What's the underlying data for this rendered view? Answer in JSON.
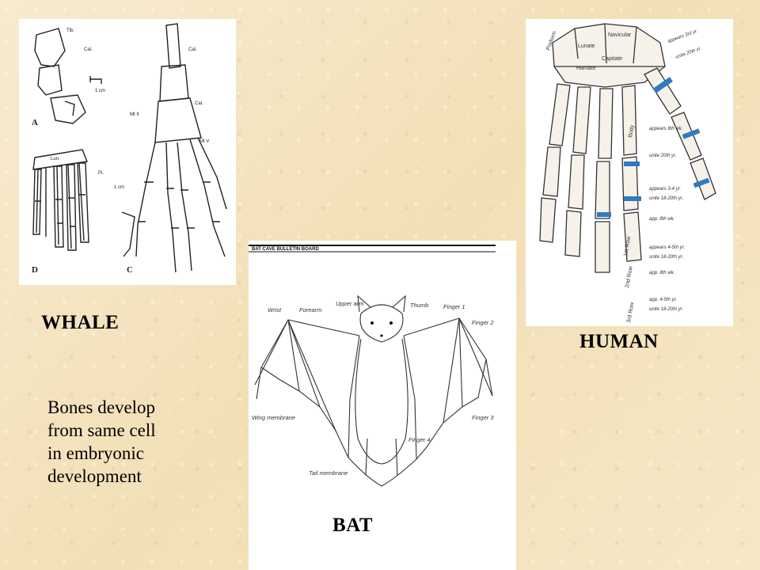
{
  "labels": {
    "whale": "WHALE",
    "human": "HUMAN",
    "bat": "BAT"
  },
  "note": {
    "lines": [
      "Bones develop",
      "from same cell",
      "in embryonic",
      "development"
    ]
  },
  "bat_figure": {
    "header": "BAT CAVE BULLETIN BOARD",
    "parts": {
      "upper_arm": "Upper arm",
      "wrist": "Wrist",
      "forearm": "Forearm",
      "thumb": "Thumb",
      "finger1": "Finger 1",
      "finger2": "Finger 2",
      "finger3": "Finger 3",
      "finger4": "Finger 4",
      "wing_membrane": "Wing membrane",
      "tail_membrane": "Tail membrane"
    }
  },
  "whale_figure": {
    "panel_a": "A",
    "panel_c": "C",
    "panel_d": "D"
  },
  "human_figure": {
    "navicular": "Navicular",
    "lunate": "Lunate",
    "capitate": "Capitate",
    "hamate": "Hamate",
    "pisiform": "Pisiform",
    "row1": "1st Row",
    "row2": "2nd Row",
    "row3": "3rd Row",
    "body": "Body"
  }
}
